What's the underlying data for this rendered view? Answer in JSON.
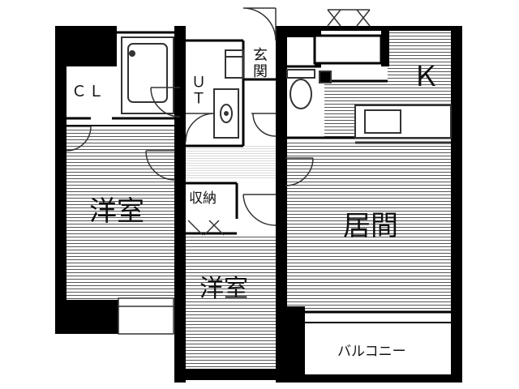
{
  "rooms": {
    "closet": "ＣＬ",
    "utility": "ＵＴ",
    "entrance": "玄関",
    "kitchen": "Ｋ",
    "western_room_1": "洋室",
    "storage": "収納",
    "living": "居間",
    "western_room_2": "洋室",
    "balcony": "バルコニー"
  }
}
